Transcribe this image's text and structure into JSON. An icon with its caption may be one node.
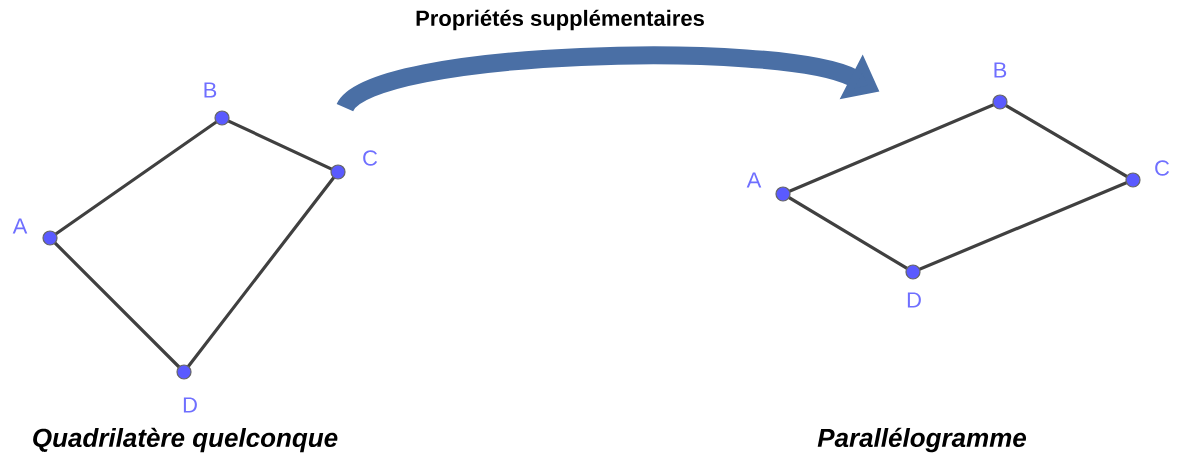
{
  "diagram": {
    "nodes": [
      {
        "text": [],
        "shape": "quadrilateral"
      },
      {
        "text": [],
        "shape": "quadrilateral"
      }
    ],
    "edges": [
      {
        "from": 0,
        "to": 1,
        "arrow": "to",
        "label": "Propriétés supplémentaires"
      }
    ],
    "labels": [
      "B",
      "C",
      "A",
      "D",
      "B",
      "A",
      "C",
      "D",
      "Quadrilatère quelconque",
      "Parallélogramme"
    ]
  }
}
